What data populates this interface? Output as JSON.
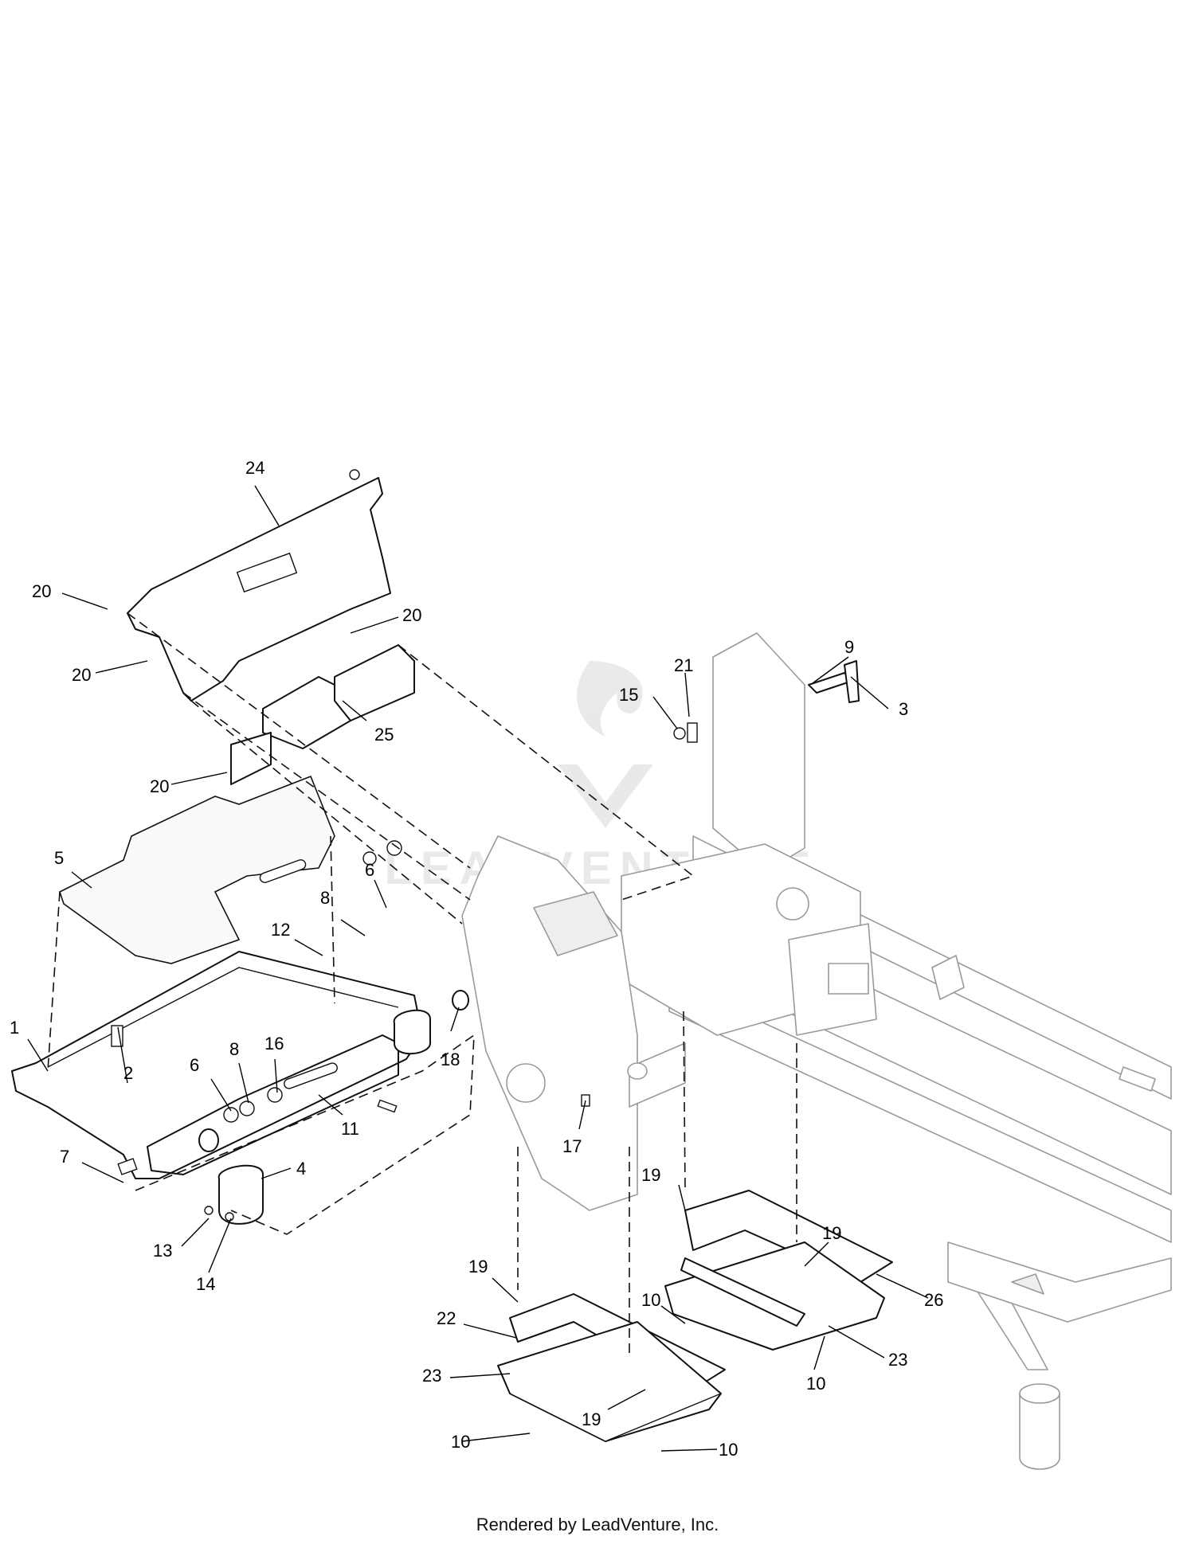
{
  "footer": {
    "credit": "Rendered by LeadVenture, Inc."
  },
  "watermark": {
    "text": "LEADVENTURE"
  },
  "callouts": [
    {
      "id": "c24",
      "label": "24"
    },
    {
      "id": "c20a",
      "label": "20"
    },
    {
      "id": "c20b",
      "label": "20"
    },
    {
      "id": "c20c",
      "label": "20"
    },
    {
      "id": "c20d",
      "label": "20"
    },
    {
      "id": "c25",
      "label": "25"
    },
    {
      "id": "c9",
      "label": "9"
    },
    {
      "id": "c21",
      "label": "21"
    },
    {
      "id": "c15",
      "label": "15"
    },
    {
      "id": "c3",
      "label": "3"
    },
    {
      "id": "c5",
      "label": "5"
    },
    {
      "id": "c6a",
      "label": "6"
    },
    {
      "id": "c8a",
      "label": "8"
    },
    {
      "id": "c12",
      "label": "12"
    },
    {
      "id": "c1",
      "label": "1"
    },
    {
      "id": "c2",
      "label": "2"
    },
    {
      "id": "c6b",
      "label": "6"
    },
    {
      "id": "c8b",
      "label": "8"
    },
    {
      "id": "c16",
      "label": "16"
    },
    {
      "id": "c18",
      "label": "18"
    },
    {
      "id": "c11",
      "label": "11"
    },
    {
      "id": "c7",
      "label": "7"
    },
    {
      "id": "c4",
      "label": "4"
    },
    {
      "id": "c13",
      "label": "13"
    },
    {
      "id": "c14",
      "label": "14"
    },
    {
      "id": "c17",
      "label": "17"
    },
    {
      "id": "c19a",
      "label": "19"
    },
    {
      "id": "c19b",
      "label": "19"
    },
    {
      "id": "c19c",
      "label": "19"
    },
    {
      "id": "c19d",
      "label": "19"
    },
    {
      "id": "c22",
      "label": "22"
    },
    {
      "id": "c10a",
      "label": "10"
    },
    {
      "id": "c10b",
      "label": "10"
    },
    {
      "id": "c10c",
      "label": "10"
    },
    {
      "id": "c10d",
      "label": "10"
    },
    {
      "id": "c23a",
      "label": "23"
    },
    {
      "id": "c23b",
      "label": "23"
    },
    {
      "id": "c26",
      "label": "26"
    }
  ]
}
